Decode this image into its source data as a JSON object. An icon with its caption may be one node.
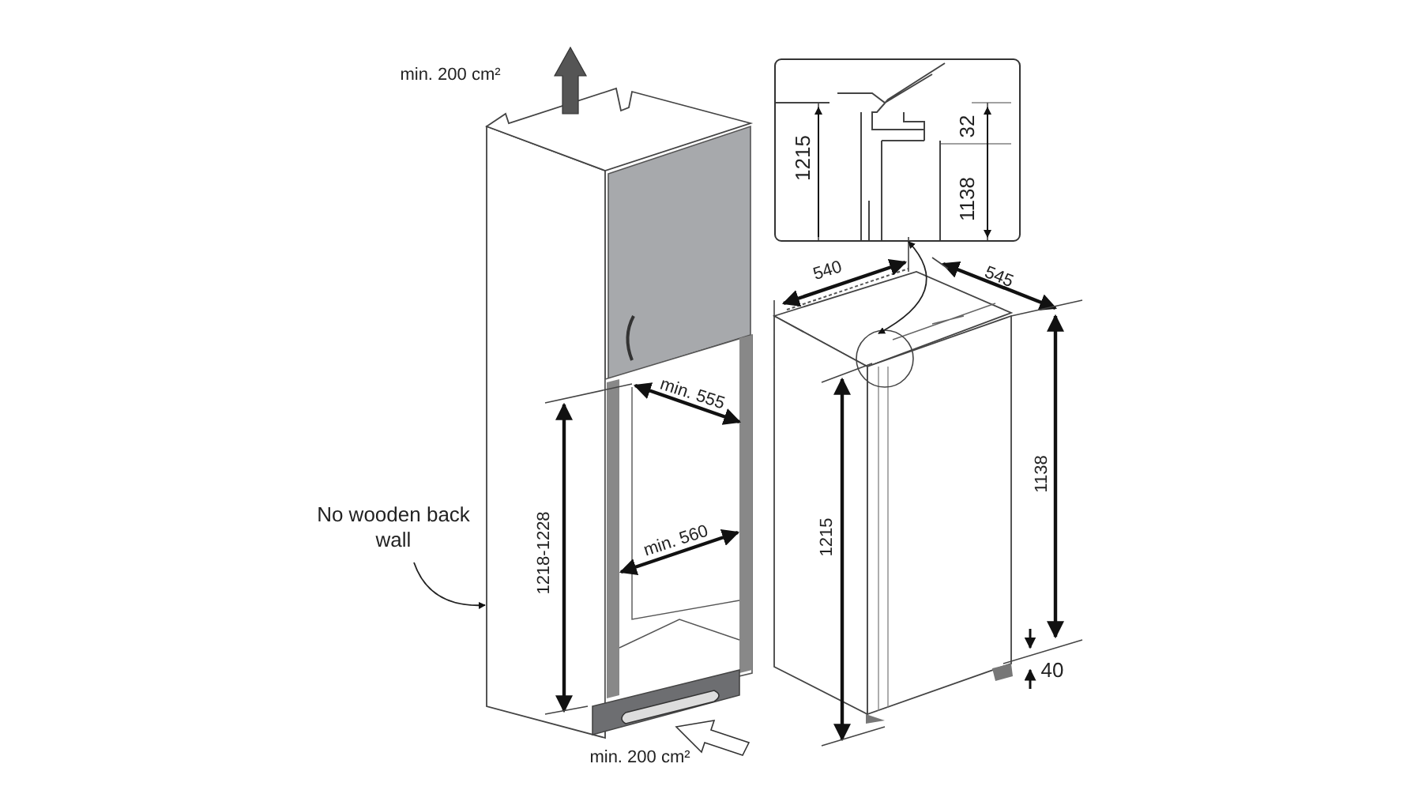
{
  "diagram": {
    "nodes": [
      {
        "text": [
          "No wooden back wall"
        ]
      },
      {
        "text": [],
        "shape": "picture"
      },
      {
        "text": [],
        "shape": "picture"
      },
      {
        "text": [],
        "shape": "circle"
      }
    ],
    "edges": [
      {
        "from": 0,
        "to": 1,
        "arrow": "to"
      },
      {
        "from": 3,
        "to": 2,
        "arrow": "both"
      }
    ],
    "labels": [
      "min. 200 cm²",
      "1215",
      "32",
      "1138",
      "540",
      "545",
      "min. 555",
      "1218-1228",
      "min. 560",
      "1215",
      "1138",
      "40",
      "min. 200 cm²"
    ]
  }
}
